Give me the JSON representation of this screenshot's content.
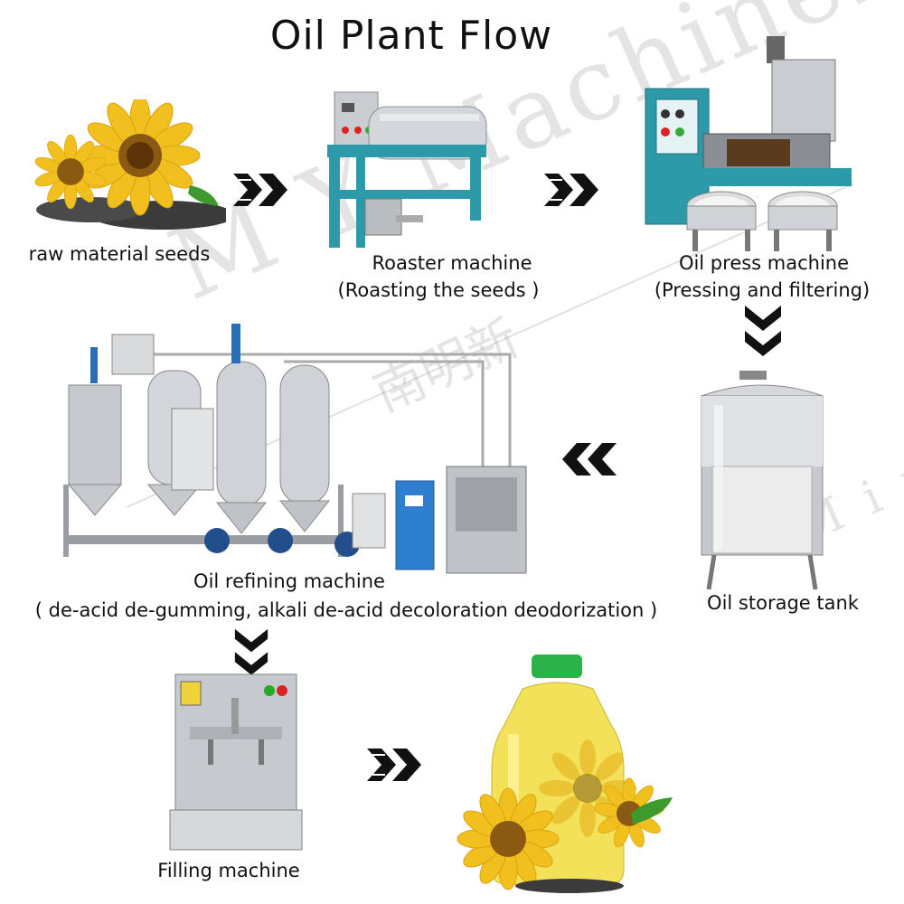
{
  "title": "Oil Plant Flow",
  "steps": {
    "seeds": {
      "label": "raw material seeds"
    },
    "roaster": {
      "label": "Roaster machine",
      "sublabel": "(Roasting the seeds )"
    },
    "press": {
      "label": "Oil press machine",
      "sublabel": "(Pressing and filtering)"
    },
    "tank": {
      "label": "Oil storage tank"
    },
    "refining": {
      "label": "Oil refining machine",
      "sublabel": "( de-acid de-gumming, alkali  de-acid  decoloration deodorization )"
    },
    "filling": {
      "label": "Filling  machine"
    },
    "product": {
      "label": ""
    }
  },
  "watermark": {
    "text_main": "M Y Machinery",
    "text_cn": "南明新",
    "text_side": "M i n"
  },
  "colors": {
    "arrow": "#111111",
    "machine_blue": "#2c9aa8",
    "steel": "#c9ccd0",
    "sunflower": "#f2c01e",
    "oil": "#f3e15a",
    "cap": "#2bb34a"
  },
  "icons": [
    "sunflower-icon",
    "double-chevron-right-icon",
    "double-chevron-down-icon",
    "double-chevron-left-icon"
  ]
}
